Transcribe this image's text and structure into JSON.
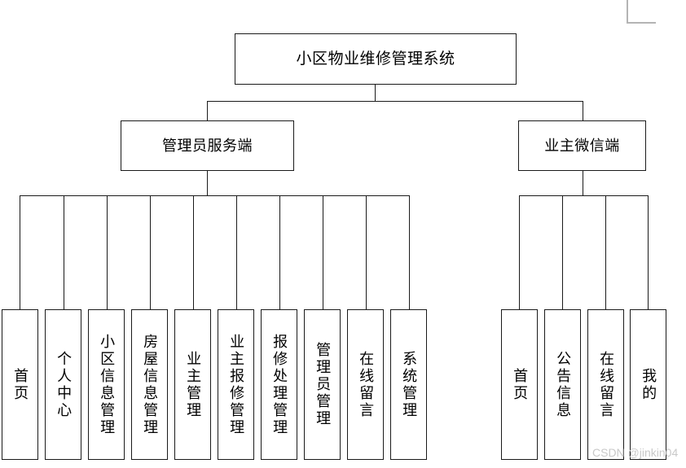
{
  "diagram": {
    "title": "小区物业维修管理系统",
    "root": {
      "label": "小区物业维修管理系统"
    },
    "branches": [
      {
        "label": "管理员服务端",
        "leaves": [
          {
            "label": "首页"
          },
          {
            "label": "个人中心"
          },
          {
            "label": "小区信息管理"
          },
          {
            "label": "房屋信息管理"
          },
          {
            "label": "业主管理"
          },
          {
            "label": "业主报修管理"
          },
          {
            "label": "报修处理管理"
          },
          {
            "label": "管理员管理"
          },
          {
            "label": "在线留言"
          },
          {
            "label": "系统管理"
          }
        ]
      },
      {
        "label": "业主微信端",
        "leaves": [
          {
            "label": "首页"
          },
          {
            "label": "公告信息"
          },
          {
            "label": "在线留言"
          },
          {
            "label": "我的"
          }
        ]
      }
    ]
  },
  "watermark": {
    "text": "CSDN @jinkin04"
  },
  "colors": {
    "background": "#ffffff",
    "border": "#1a1a1a",
    "text": "#000000",
    "watermark": "#c9c9c9",
    "artifact": "#b4b4b4"
  }
}
